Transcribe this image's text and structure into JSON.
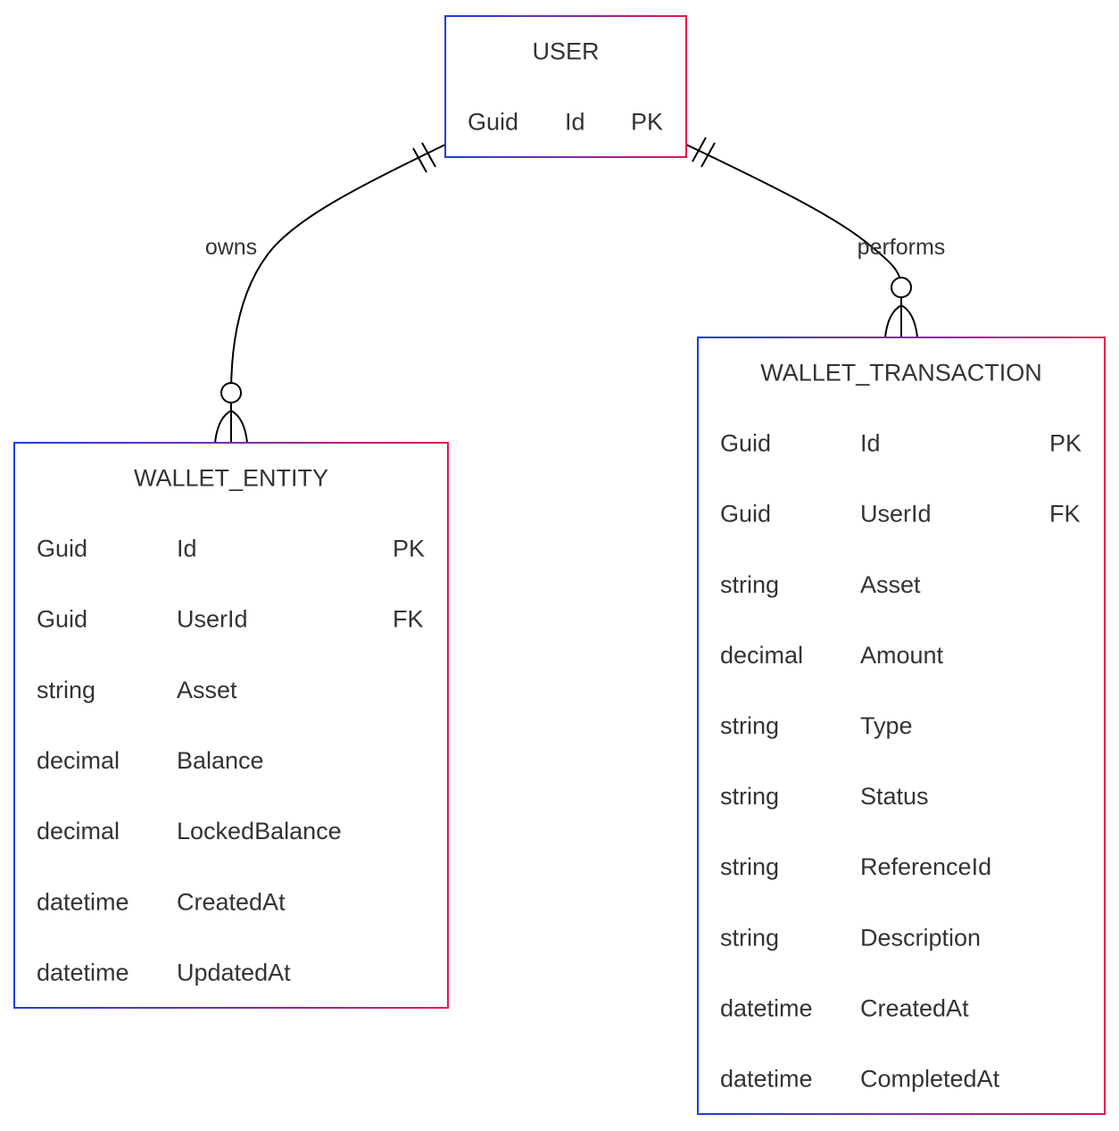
{
  "colors": {
    "border_start": "#1a3fd8",
    "border_mid": "#7a2fb0",
    "border_end": "#e6124f",
    "line": "#000000",
    "text": "#333333",
    "background": "#ffffff"
  },
  "entities": {
    "user": {
      "name": "USER",
      "rows": [
        {
          "type": "Guid",
          "field": "Id",
          "key": "PK"
        }
      ]
    },
    "wallet_entity": {
      "name": "WALLET_ENTITY",
      "rows": [
        {
          "type": "Guid",
          "field": "Id",
          "key": "PK"
        },
        {
          "type": "Guid",
          "field": "UserId",
          "key": "FK"
        },
        {
          "type": "string",
          "field": "Asset",
          "key": ""
        },
        {
          "type": "decimal",
          "field": "Balance",
          "key": ""
        },
        {
          "type": "decimal",
          "field": "LockedBalance",
          "key": ""
        },
        {
          "type": "datetime",
          "field": "CreatedAt",
          "key": ""
        },
        {
          "type": "datetime",
          "field": "UpdatedAt",
          "key": ""
        }
      ]
    },
    "wallet_transaction": {
      "name": "WALLET_TRANSACTION",
      "rows": [
        {
          "type": "Guid",
          "field": "Id",
          "key": "PK"
        },
        {
          "type": "Guid",
          "field": "UserId",
          "key": "FK"
        },
        {
          "type": "string",
          "field": "Asset",
          "key": ""
        },
        {
          "type": "decimal",
          "field": "Amount",
          "key": ""
        },
        {
          "type": "string",
          "field": "Type",
          "key": ""
        },
        {
          "type": "string",
          "field": "Status",
          "key": ""
        },
        {
          "type": "string",
          "field": "ReferenceId",
          "key": ""
        },
        {
          "type": "string",
          "field": "Description",
          "key": ""
        },
        {
          "type": "datetime",
          "field": "CreatedAt",
          "key": ""
        },
        {
          "type": "datetime",
          "field": "CompletedAt",
          "key": ""
        }
      ]
    }
  },
  "relationships": [
    {
      "from": "USER",
      "to": "WALLET_ENTITY",
      "label": "owns",
      "from_cardinality": "exactly-one",
      "to_cardinality": "zero-or-many"
    },
    {
      "from": "USER",
      "to": "WALLET_TRANSACTION",
      "label": "performs",
      "from_cardinality": "exactly-one",
      "to_cardinality": "zero-or-many"
    }
  ]
}
